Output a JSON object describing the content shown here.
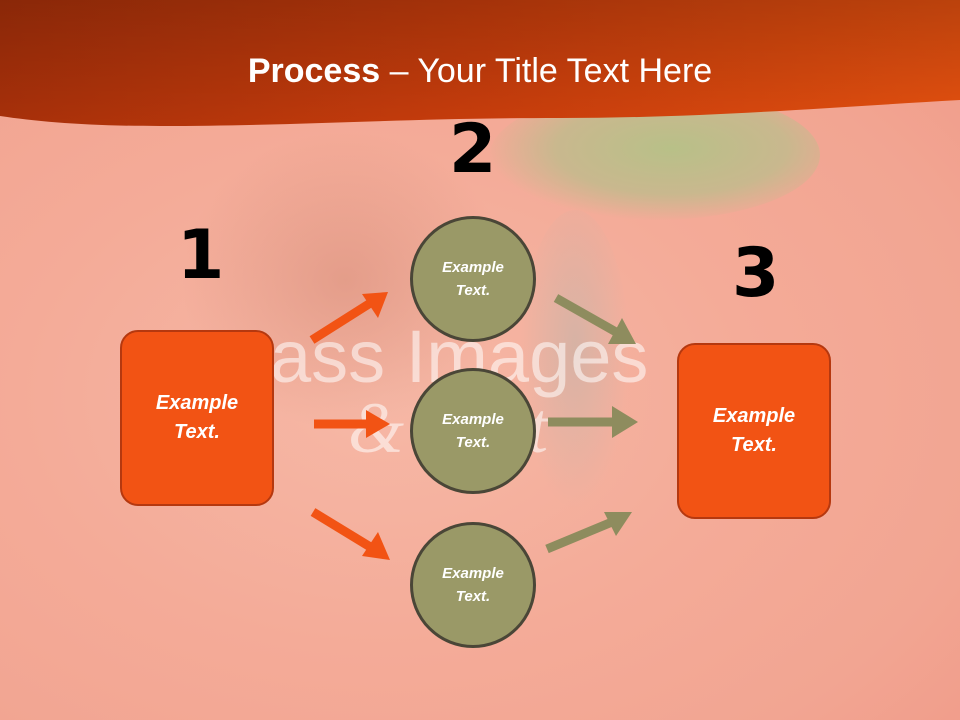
{
  "title": {
    "bold": "Process",
    "rest": " – Your Title Text Here"
  },
  "numbers": [
    "1",
    "2",
    "3"
  ],
  "left_box": {
    "line1": "Example",
    "line2": "Text."
  },
  "circles": [
    {
      "line1": "Example",
      "line2": "Text."
    },
    {
      "line1": "Example",
      "line2": "Text."
    },
    {
      "line1": "Example",
      "line2": "Text."
    }
  ],
  "right_box": {
    "line1": "Example",
    "line2": "Text."
  },
  "watermark": {
    "line1": "ass Images",
    "line2": "& W rt"
  },
  "colors": {
    "header": "#e04b0d",
    "box_fill": "#f25314",
    "circle_fill": "#9a9967",
    "arrow_orange": "#f25314",
    "arrow_olive": "#8e8c5e"
  }
}
